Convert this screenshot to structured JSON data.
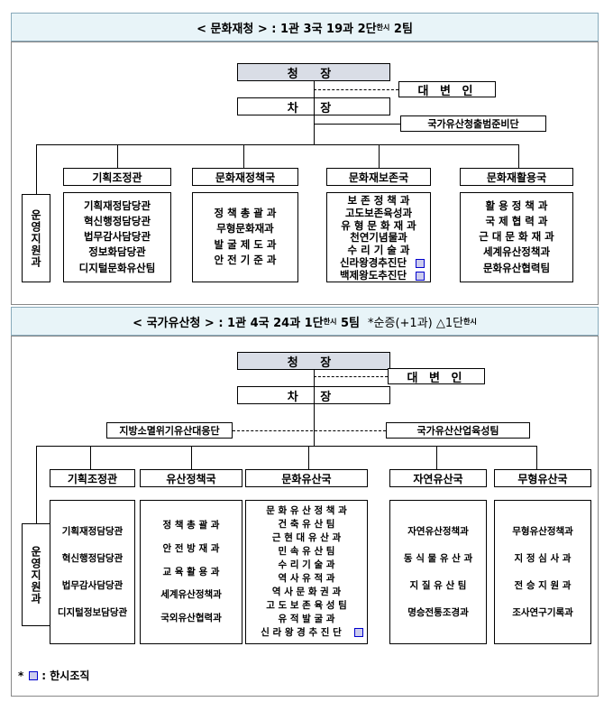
{
  "top": {
    "banner": {
      "text": "< 문화재청 > : 1관 3국 19과 2단",
      "sup": "한시",
      "tail": "2팀"
    },
    "chief": "청 장",
    "deputy": "차 장",
    "spokesman": "대 변 인",
    "prep_team": "국가유산청출범준비단",
    "support_office": "운영지원과",
    "bureaus": [
      {
        "name": "기획조정관",
        "units": [
          "기획재정담당관",
          "혁신행정담당관",
          "법무감사담당관",
          "정보화담당관",
          "디지털문화유산팀"
        ]
      },
      {
        "name": "문화재정책국",
        "units": [
          "정 책 총 괄 과",
          "무형문화재과",
          "발 굴 제 도 과",
          "안 전 기 준 과"
        ]
      },
      {
        "name": "문화재보존국",
        "units": [
          "보 존 정 책 과",
          "고도보존육성과",
          "유 형 문 화 재 과",
          "천연기념물과",
          "수 리 기 술 과",
          "신라왕경추진단",
          "백제왕도추진단"
        ]
      },
      {
        "name": "문화재활용국",
        "units": [
          "활 용 정 책 과",
          "국 제 협 력 과",
          "근 대 문 화 재 과",
          "세계유산정책과",
          "문화유산협력팀"
        ]
      }
    ]
  },
  "bottom": {
    "banner": {
      "text": "< 국가유산청 > : 1관 4국 24과 1단",
      "sup": "한시",
      "mid": "5팀",
      "note": "*순증(+1과) △1단",
      "note_sup": "한시"
    },
    "chief": "청 장",
    "deputy": "차 장",
    "spokesman": "대 변 인",
    "disaster_team": "지방소멸위기유산대응단",
    "industry_team": "국가유산산업육성팀",
    "support_office": "운영지원과",
    "bureaus": [
      {
        "name": "기획조정관",
        "units": [
          "기획재정담당관",
          "혁신행정담당관",
          "법무감사담당관",
          "디지털정보담당관"
        ]
      },
      {
        "name": "유산정책국",
        "units": [
          "정 책 총 괄 과",
          "안 전 방 재 과",
          "교 육 활 용 과",
          "세계유산정책과",
          "국외유산협력과"
        ]
      },
      {
        "name": "문화유산국",
        "units": [
          "문 화 유 산 정 책 과",
          "건 축 유 산 팀",
          "근 현 대 유 산 과",
          "민 속 유 산 팀",
          "수 리 기 술 과",
          "역 사 유 적 과",
          "역 사 문 화 권 과",
          "고 도 보 존 육 성 팀",
          "유 적 발 굴 과",
          "신 라 왕 경 추 진 단"
        ]
      },
      {
        "name": "자연유산국",
        "units": [
          "자연유산정책과",
          "동 식 물 유 산 과",
          "지 질 유 산 팀",
          "명승전통조경과"
        ]
      },
      {
        "name": "무형유산국",
        "units": [
          "무형유산정책과",
          "지 정 심 사 과",
          "전 승 지 원 과",
          "조사연구기록과"
        ]
      }
    ]
  },
  "legend": {
    "prefix": "*",
    "text": ": 한시조직"
  }
}
